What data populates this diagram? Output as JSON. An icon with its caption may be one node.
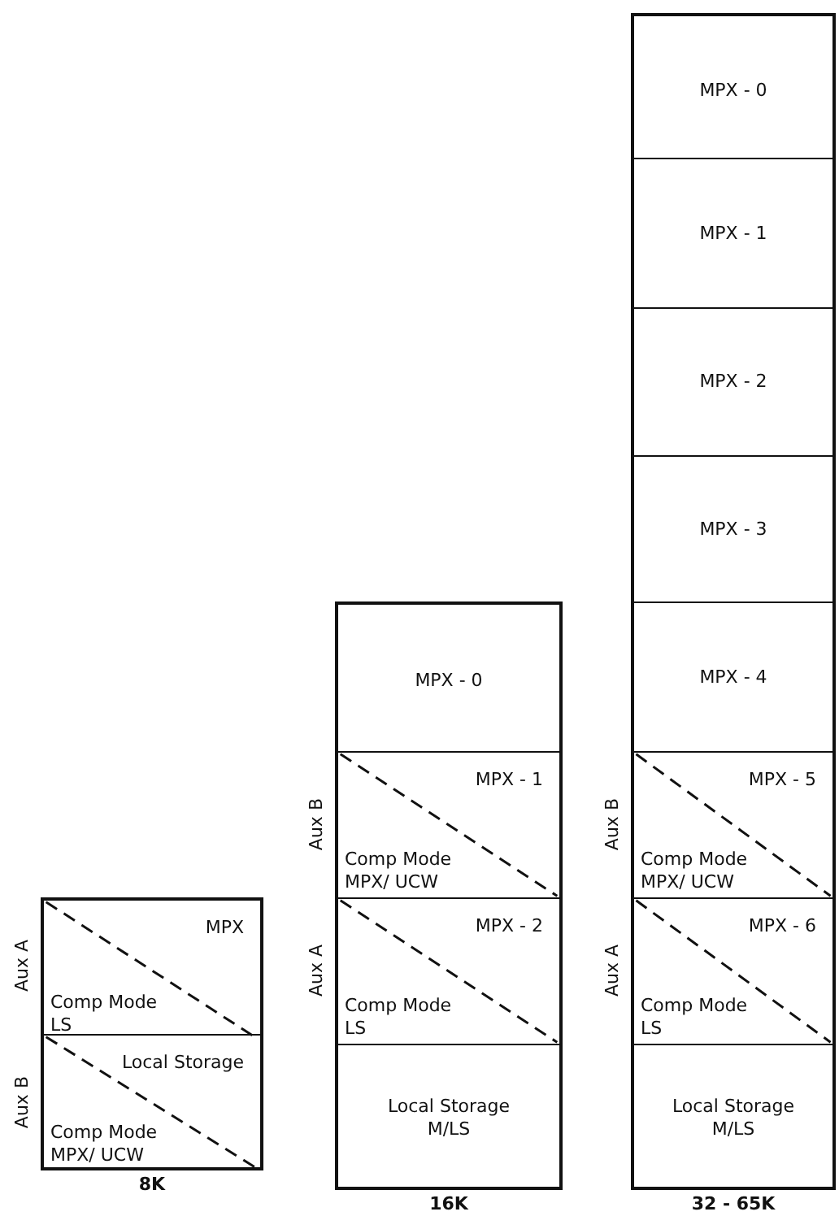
{
  "diagram": {
    "nodes": [
      {
        "text": [
          "8K"
        ]
      },
      {
        "text": [
          "MPX",
          "Comp Mode LS"
        ],
        "in": 0,
        "beside": [
          "Aux A"
        ]
      },
      {
        "text": [
          "Local Storage",
          "Comp Mode MPX/ UCW"
        ],
        "in": 0,
        "beside": [
          "Aux B"
        ]
      },
      {
        "text": [
          "16K"
        ]
      },
      {
        "text": [
          "MPX - 0"
        ],
        "in": 3
      },
      {
        "text": [
          "MPX - 1",
          "Comp Mode MPX/ UCW"
        ],
        "in": 3,
        "beside": [
          "Aux B"
        ]
      },
      {
        "text": [
          "MPX - 2",
          "Comp Mode LS"
        ],
        "in": 3,
        "beside": [
          "Aux A"
        ]
      },
      {
        "text": [
          "Local Storage M/LS"
        ],
        "in": 3
      },
      {
        "text": [
          "32 - 65K"
        ]
      },
      {
        "text": [
          "MPX - 0"
        ],
        "in": 8
      },
      {
        "text": [
          "MPX - 1"
        ],
        "in": 8
      },
      {
        "text": [
          "MPX - 2"
        ],
        "in": 8
      },
      {
        "text": [
          "MPX - 3"
        ],
        "in": 8
      },
      {
        "text": [
          "MPX - 4"
        ],
        "in": 8
      },
      {
        "text": [
          "MPX - 5",
          "Comp Mode MPX/ UCW"
        ],
        "in": 8,
        "beside": [
          "Aux B"
        ]
      },
      {
        "text": [
          "MPX - 6",
          "Comp Mode LS"
        ],
        "in": 8,
        "beside": [
          "Aux A"
        ]
      },
      {
        "text": [
          "Local Storage M/LS"
        ],
        "in": 8
      }
    ]
  }
}
